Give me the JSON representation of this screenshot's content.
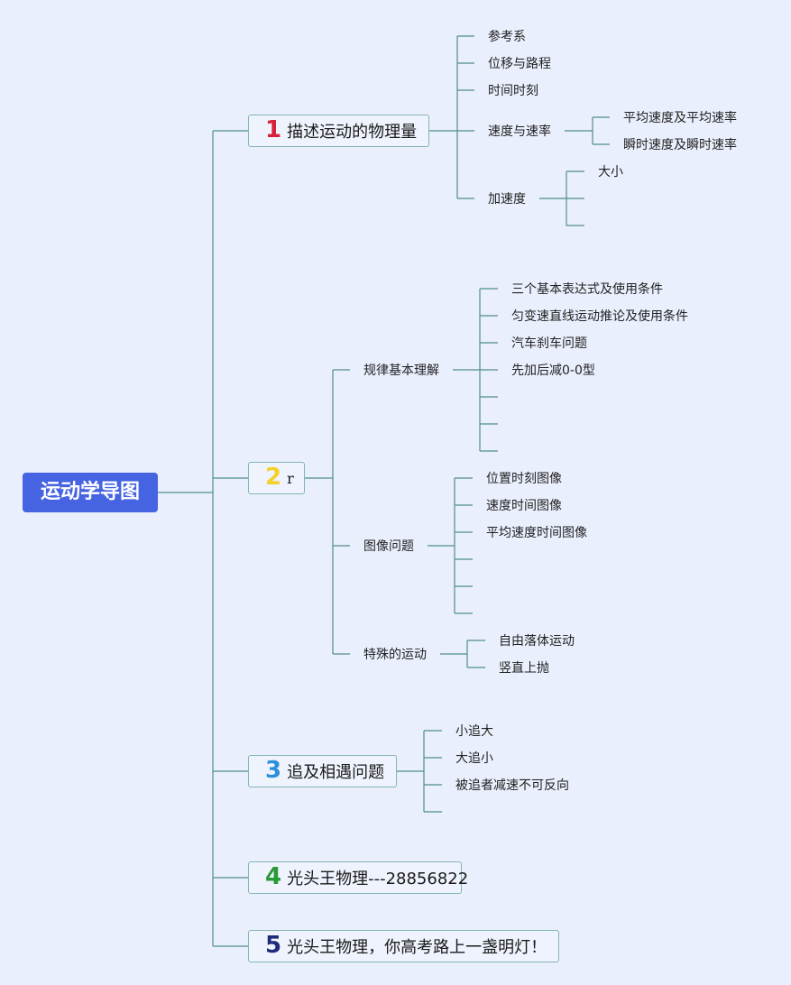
{
  "colors": {
    "background": "#eaeffd",
    "root_fill": "#4663e2",
    "line": "#4f8e8e",
    "num1": "#d8203a",
    "num2": "#f2d12a",
    "num3": "#2c90d8",
    "num4": "#2a9a39",
    "num5": "#1f2a7a"
  },
  "root": {
    "label": "运动学导图"
  },
  "topics": [
    {
      "num": "1",
      "label": "描述运动的物理量"
    },
    {
      "num": "2",
      "label": "r"
    },
    {
      "num": "3",
      "label": "追及相遇问题"
    },
    {
      "num": "4",
      "label": "光头王物理---28856822"
    },
    {
      "num": "5",
      "label": "光头王物理，你高考路上一盏明灯！"
    }
  ],
  "t1": {
    "children": [
      "参考系",
      "位移与路程",
      "时间时刻",
      "速度与速率",
      "加速度"
    ],
    "speed_children": [
      "平均速度及平均速率",
      "瞬时速度及瞬时速率"
    ],
    "accel_children": [
      "大小"
    ]
  },
  "t2": {
    "children": [
      "规律基本理解",
      "图像问题",
      "特殊的运动"
    ],
    "laws": [
      "三个基本表达式及使用条件",
      "匀变速直线运动推论及使用条件",
      "汽车刹车问题",
      "先加后减0-0型"
    ],
    "graphs": [
      "位置时刻图像",
      "速度时间图像",
      "平均速度时间图像"
    ],
    "special": [
      "自由落体运动",
      "竖直上抛"
    ]
  },
  "t3": {
    "children": [
      "小追大",
      "大追小",
      "被追者减速不可反向"
    ]
  }
}
